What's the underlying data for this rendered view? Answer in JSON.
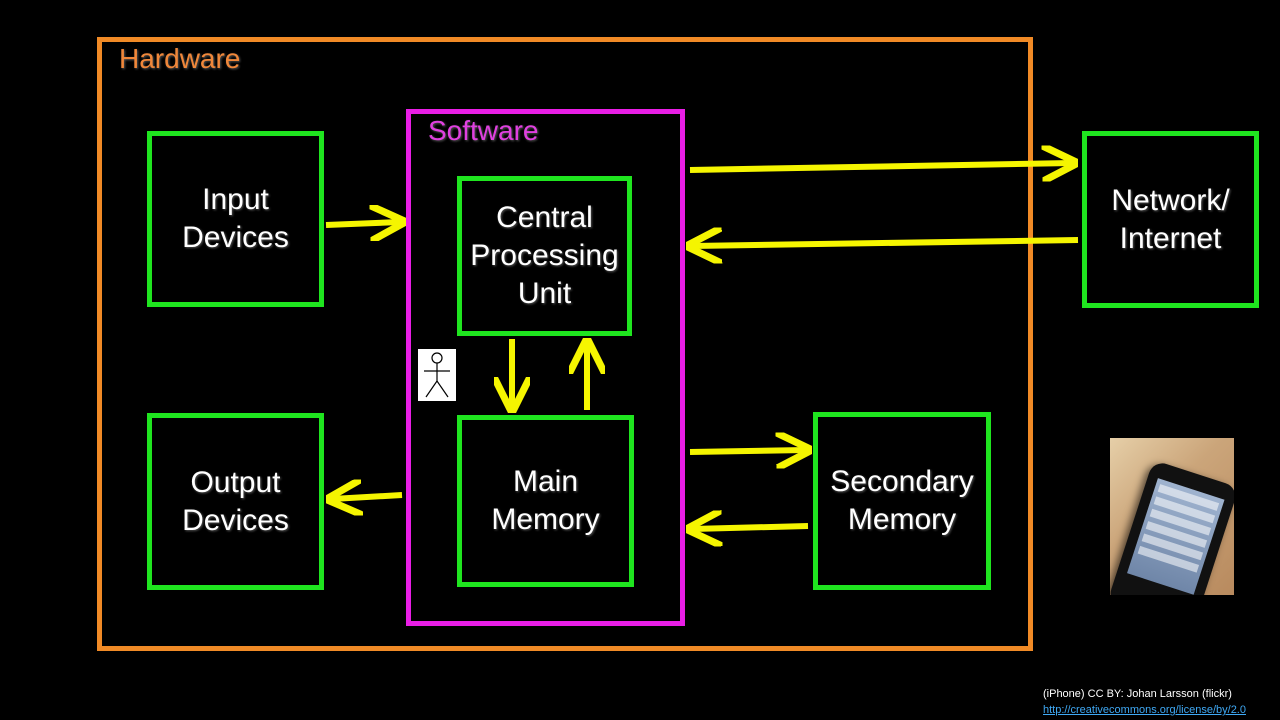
{
  "labels": {
    "hardware": "Hardware",
    "software": "Software"
  },
  "boxes": {
    "input": "Input\nDevices",
    "output": "Output\nDevices",
    "cpu": "Central\nProcessing\nUnit",
    "main_memory": "Main\nMemory",
    "secondary_memory": "Secondary\nMemory",
    "network": "Network/\nInternet"
  },
  "colors": {
    "hardware": "#f08a26",
    "software": "#e91ee6",
    "component": "#1fe51f",
    "arrow": "#f5f500"
  },
  "icons": {
    "person": "stick-figure-icon",
    "photo": "iphone-photo"
  },
  "credit": {
    "text": "(iPhone) CC BY: Johan Larsson (flickr)",
    "link": "http://creativecommons.org/license/by/2.0"
  }
}
